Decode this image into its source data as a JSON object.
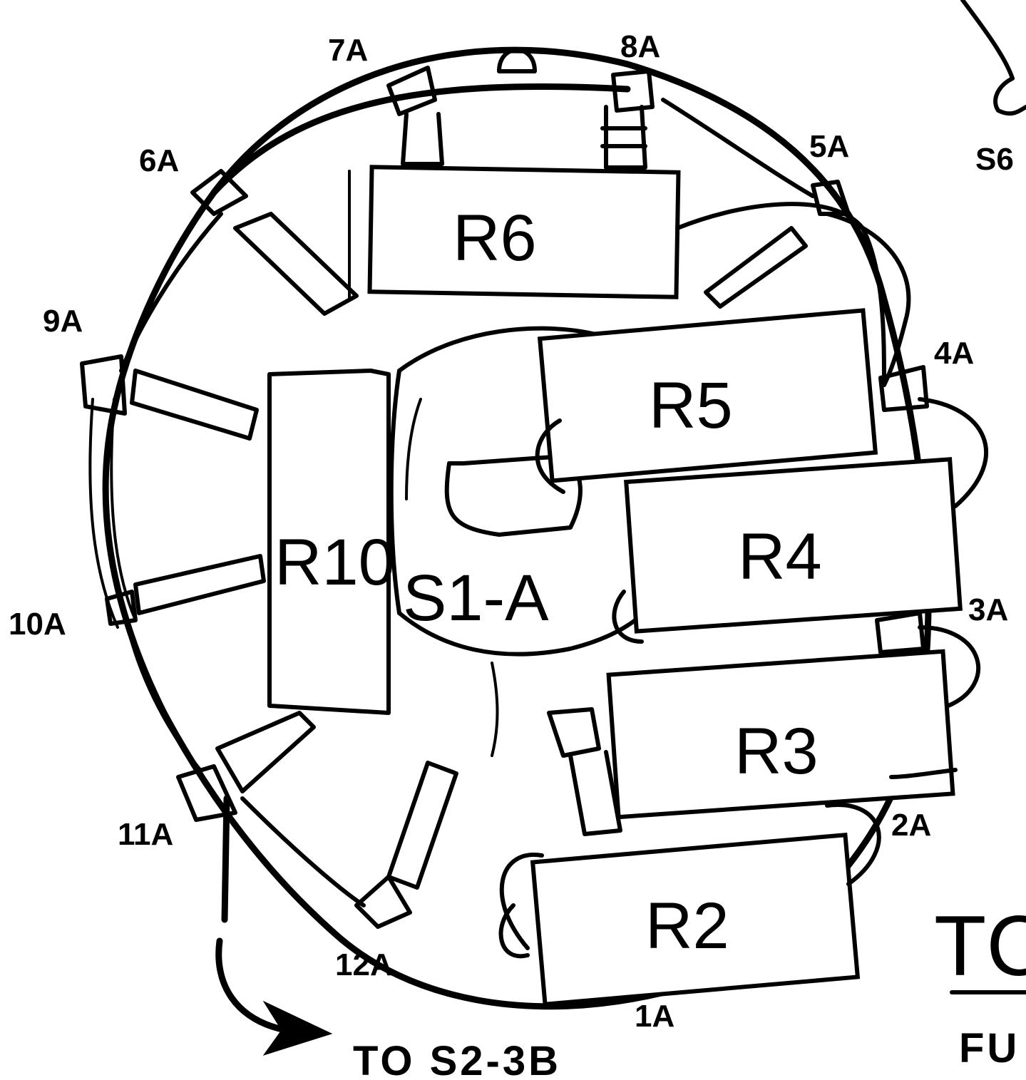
{
  "diagram": {
    "switch_label": "S1-A",
    "resistors": {
      "r2": "R2",
      "r3": "R3",
      "r4": "R4",
      "r5": "R5",
      "r6": "R6",
      "r10": "R10"
    },
    "lugs": {
      "1a": "1A",
      "2a": "2A",
      "3a": "3A",
      "4a": "4A",
      "5a": "5A",
      "6a": "6A",
      "7a": "7A",
      "8a": "8A",
      "9a": "9A",
      "10a": "10A",
      "11a": "11A",
      "12a": "12A"
    },
    "lead_note": "TO S2-3B",
    "edge_text": {
      "top_right": "S6",
      "bottom_right_big": "TC",
      "bottom_right_small": "FU"
    }
  }
}
